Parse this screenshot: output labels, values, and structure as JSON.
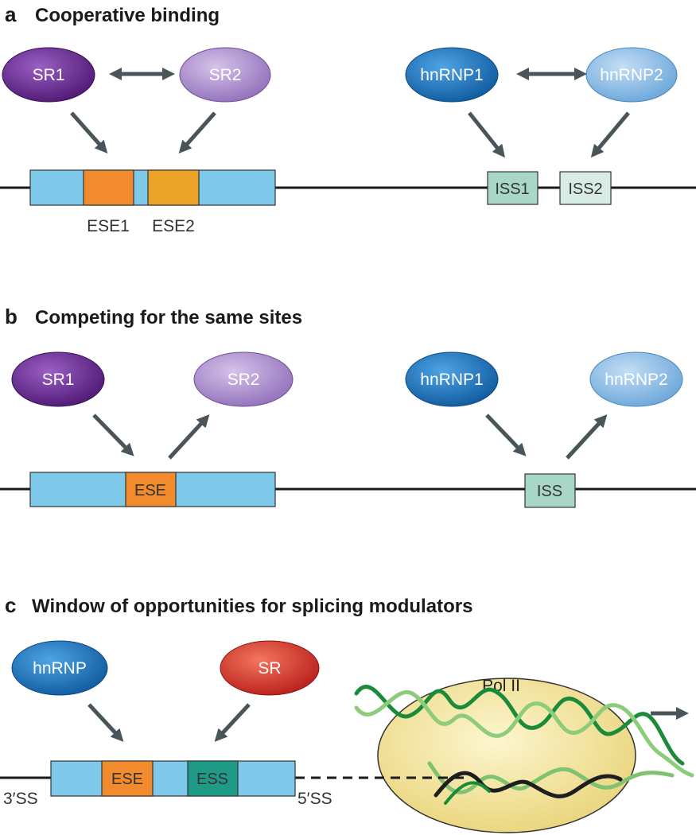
{
  "panel_a": {
    "letter": "a",
    "title": "Cooperative binding",
    "sr1": "SR1",
    "sr2": "SR2",
    "hnrnp1": "hnRNP1",
    "hnrnp2": "hnRNP2",
    "ese1": "ESE1",
    "ese2": "ESE2",
    "iss1": "ISS1",
    "iss2": "ISS2"
  },
  "panel_b": {
    "letter": "b",
    "title": "Competing for the same sites",
    "sr1": "SR1",
    "sr2": "SR2",
    "hnrnp1": "hnRNP1",
    "hnrnp2": "hnRNP2",
    "ese": "ESE",
    "iss": "ISS"
  },
  "panel_c": {
    "letter": "c",
    "title": "Window of opportunities for splicing modulators",
    "hnrnp": "hnRNP",
    "sr": "SR",
    "ese": "ESE",
    "ess": "ESS",
    "ss3": "3′SS",
    "ss5": "5′SS",
    "pol": "Pol II"
  },
  "colors": {
    "exon": "#7ec8ea",
    "ese_orange": "#f28a2e",
    "ese_gold": "#eba428",
    "iss_teal": "#a8d6c9",
    "iss_light": "#d8ece6",
    "ess_teal": "#1f9a86",
    "sr_dark": "#6a2d91",
    "sr_light": "#b08fcf",
    "hnrnp_dark": "#1e78c0",
    "hnrnp_light": "#8dbde8",
    "sr_red": "#d9322a",
    "pol_yellow": "#f6e8a0",
    "arrow": "#4a5559"
  }
}
